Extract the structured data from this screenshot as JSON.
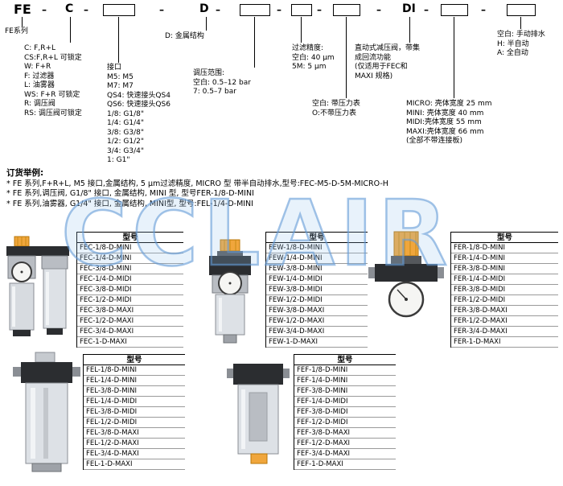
{
  "code": {
    "fe": "FE",
    "c": "C",
    "d": "D",
    "di": "DI",
    "dash": "–"
  },
  "annotations": {
    "series": [
      "FE系列"
    ],
    "function": [
      "C: F,R+L",
      "CS:F,R+L 可锁定",
      "W: F+R",
      "F: 过滤器",
      "L: 油雾器",
      "WS: F+R 可锁定",
      "R: 调压阀",
      "RS: 调压阀可锁定"
    ],
    "port": [
      "接口",
      "M5: M5",
      "M7: M7",
      "QS4: 快速接头QS4",
      "QS6: 快速接头QS6",
      "1/8: G1/8\"",
      "1/4: G1/4\"",
      "3/8: G3/8\"",
      "1/2: G1/2\"",
      "3/4: G3/4\"",
      "1: G1\""
    ],
    "structure": [
      "D: 金属结构"
    ],
    "pressure_range": [
      "调压范围:",
      "空白: 0.5–12 bar",
      "7: 0.5–7 bar"
    ],
    "filtration": [
      "过滤精度:",
      "空白: 40 μm",
      "5M: 5 μm"
    ],
    "gauge": [
      "空白: 带压力表",
      "O:不带压力表"
    ],
    "di_function": [
      "直动式减压阀，带集",
      "成回流功能",
      "(仅适用于FEC和",
      "MAXI 规格)"
    ],
    "size": [
      "MICRO: 壳体宽度 25 mm",
      "MINI: 壳体宽度 40 mm",
      "MIDI:壳体宽度 55 mm",
      "MAXI:壳体宽度 66 mm",
      "(全部不带连接板)"
    ],
    "drain": [
      "空白: 手动排水",
      "H: 半自动",
      "A: 全自动"
    ]
  },
  "examples": {
    "title": "订货举例:",
    "lines": [
      "* FE 系列,F+R+L, M5 接口,金属结构, 5 μm过滤精度, MICRO 型 带半自动排水,型号:FEC-M5-D-5M-MICRO-H",
      "* FE 系列,调压阀, G1/8\" 接口, 金属结构, MINI 型, 型号FER-1/8-D-MINI",
      "* FE 系列,油雾器, G1/4\" 接口, 金属结构, MINI型, 型号:FEL-1/4-D-MINI"
    ]
  },
  "watermark": "CCLAIR",
  "products": [
    {
      "id": "fec",
      "header": "型号",
      "models": [
        "FEC-1/8-D-MINI",
        "FEC-1/4-D-MINI",
        "FEC-3/8-D-MINI",
        "FEC-1/4-D-MIDI",
        "FEC-3/8-D-MIDI",
        "FEC-1/2-D-MIDI",
        "FEC-3/8-D-MAXI",
        "FEC-1/2-D-MAXI",
        "FEC-3/4-D-MAXI",
        "FEC-1-D-MAXI"
      ]
    },
    {
      "id": "few",
      "header": "型号",
      "models": [
        "FEW-1/8-D-MINI",
        "FEW-1/4-D-MINI",
        "FEW-3/8-D-MINI",
        "FEW-1/4-D-MIDI",
        "FEW-3/8-D-MIDI",
        "FEW-1/2-D-MIDI",
        "FEW-3/8-D-MAXI",
        "FEW-1/2-D-MAXI",
        "FEW-3/4-D-MAXI",
        "FEW-1-D-MAXI"
      ]
    },
    {
      "id": "fer",
      "header": "型号",
      "models": [
        "FER-1/8-D-MINI",
        "FER-1/4-D-MINI",
        "FER-3/8-D-MINI",
        "FER-1/4-D-MIDI",
        "FER-3/8-D-MIDI",
        "FER-1/2-D-MIDI",
        "FER-3/8-D-MAXI",
        "FER-1/2-D-MAXI",
        "FER-3/4-D-MAXI",
        "FER-1-D-MAXI"
      ]
    },
    {
      "id": "fel",
      "header": "型号",
      "models": [
        "FEL-1/8-D-MINI",
        "FEL-1/4-D-MINI",
        "FEL-3/8-D-MINI",
        "FEL-1/4-D-MIDI",
        "FEL-3/8-D-MIDI",
        "FEL-1/2-D-MIDI",
        "FEL-3/8-D-MAXI",
        "FEL-1/2-D-MAXI",
        "FEL-3/4-D-MAXI",
        "FEL-1-D-MAXI"
      ]
    },
    {
      "id": "fef",
      "header": "型号",
      "models": [
        "FEF-1/8-D-MINI",
        "FEF-1/4-D-MINI",
        "FEF-3/8-D-MINI",
        "FEF-1/4-D-MIDI",
        "FEF-3/8-D-MIDI",
        "FEF-1/2-D-MIDI",
        "FEF-3/8-D-MAXI",
        "FEF-1/2-D-MAXI",
        "FEF-3/4-D-MAXI",
        "FEF-1-D-MAXI"
      ]
    }
  ],
  "colors": {
    "accent_orange": "#f0a63c",
    "watermark_blue": "#649bd7",
    "line_black": "#000000"
  }
}
